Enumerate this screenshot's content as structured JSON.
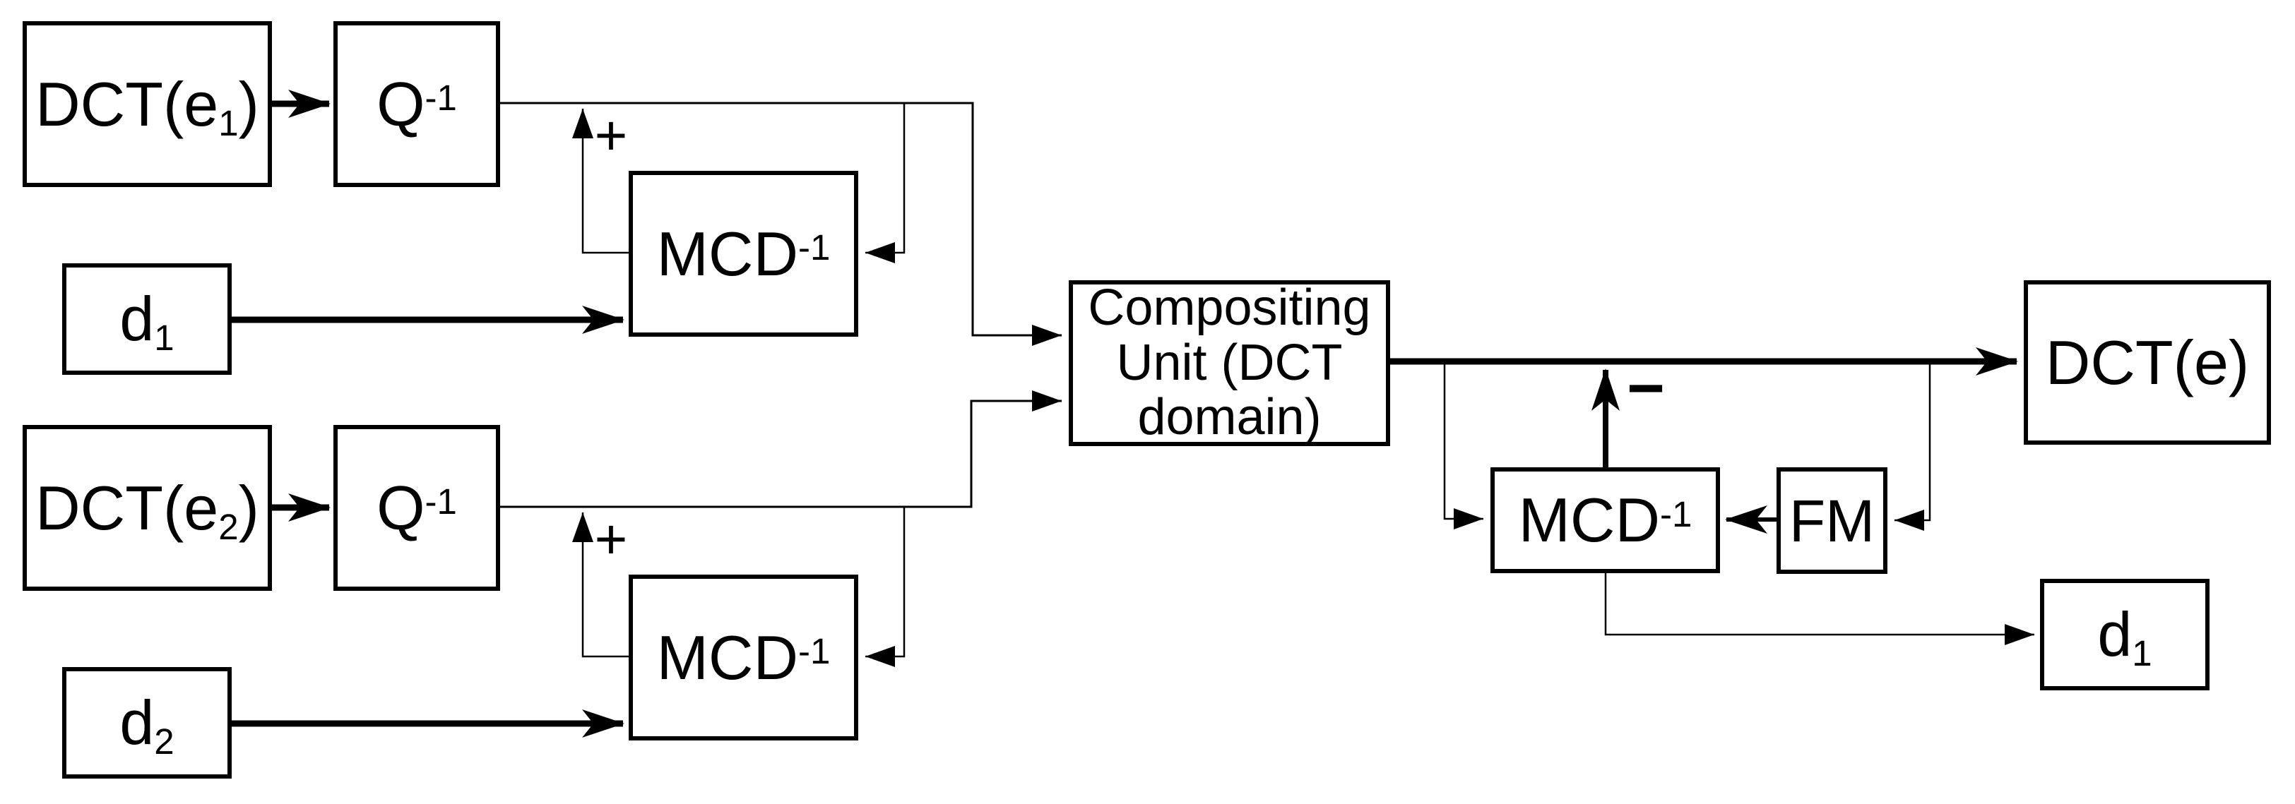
{
  "colors": {
    "ink": "#000000",
    "background": "#ffffff"
  },
  "diagram": {
    "boxes": {
      "dct_e1": {
        "base": "DCT(e",
        "sub": "1",
        "suffix": ")"
      },
      "q_inv_1": {
        "base": "Q",
        "sup": "-1"
      },
      "d1_left": {
        "base": "d",
        "sub": "1"
      },
      "mcd_inv_1": {
        "base": "MCD",
        "sup": "-1"
      },
      "dct_e2": {
        "base": "DCT(e",
        "sub": "2",
        "suffix": ")"
      },
      "q_inv_2": {
        "base": "Q",
        "sup": "-1"
      },
      "d2": {
        "base": "d",
        "sub": "2"
      },
      "mcd_inv_2": {
        "base": "MCD",
        "sup": "-1"
      },
      "compositing": {
        "line1": "Compositing",
        "line2": "Unit (DCT",
        "line3": "domain)"
      },
      "mcd_inv_3": {
        "base": "MCD",
        "sup": "-1"
      },
      "fm": {
        "base": "FM"
      },
      "dct_e": {
        "base": "DCT(e)"
      },
      "d1_right": {
        "base": "d",
        "sub": "1"
      }
    },
    "operators": {
      "plus_top": "+",
      "plus_bottom": "+",
      "minus": "−"
    }
  }
}
